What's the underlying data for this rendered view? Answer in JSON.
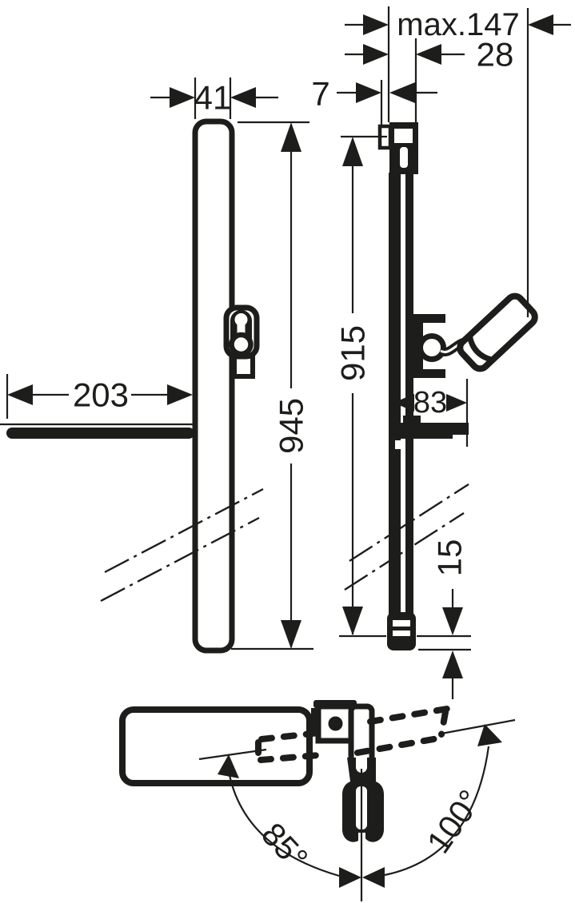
{
  "drawing": {
    "ink_color": "#1d1d1b",
    "background_color": "#ffffff",
    "dims": {
      "bar_width": "41",
      "wall_clearance": "7",
      "max_projection": "max.147",
      "bracket_depth": "28",
      "bar_height": "945",
      "rail_height": "915",
      "shelf_projection": "203",
      "holder_projection": "83",
      "end_cap_height": "15",
      "swivel_angle_left": "85°",
      "swivel_angle_right": "100°"
    }
  }
}
